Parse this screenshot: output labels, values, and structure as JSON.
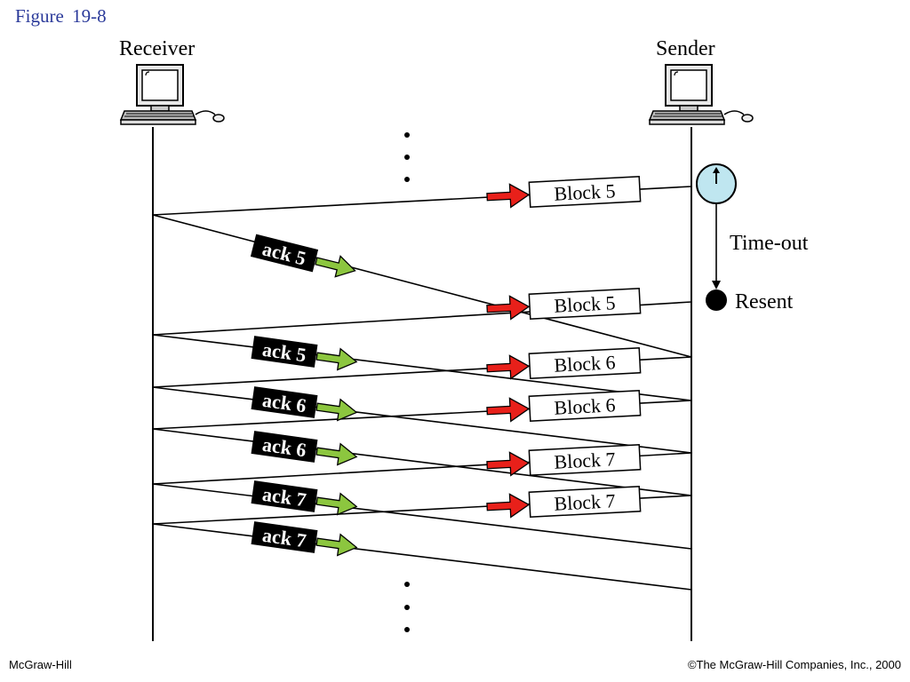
{
  "figure": {
    "title": "Figure  19-8"
  },
  "nodes": {
    "receiver": "Receiver",
    "sender": "Sender"
  },
  "timer": {
    "timeout_label": "Time-out",
    "resent_label": "Resent"
  },
  "messages": {
    "block_labels": [
      "Block 5",
      "Block 5",
      "Block 6",
      "Block 6",
      "Block 7",
      "Block 7"
    ],
    "ack_labels": [
      "ack 5",
      "ack 5",
      "ack 6",
      "ack 6",
      "ack 7",
      "ack 7"
    ]
  },
  "footer": {
    "left": "McGraw-Hill",
    "right": "©The McGraw-Hill Companies, Inc., 2000"
  },
  "colors": {
    "title": "#2b3a9a",
    "block_arrow": "#e8201a",
    "ack_arrow": "#8cc63f",
    "clock_face": "#bfe6f0",
    "ack_box": "#000000"
  },
  "icons": {
    "computer": "computer-icon",
    "clock": "clock-icon",
    "resent_dot": "filled-circle-icon"
  }
}
